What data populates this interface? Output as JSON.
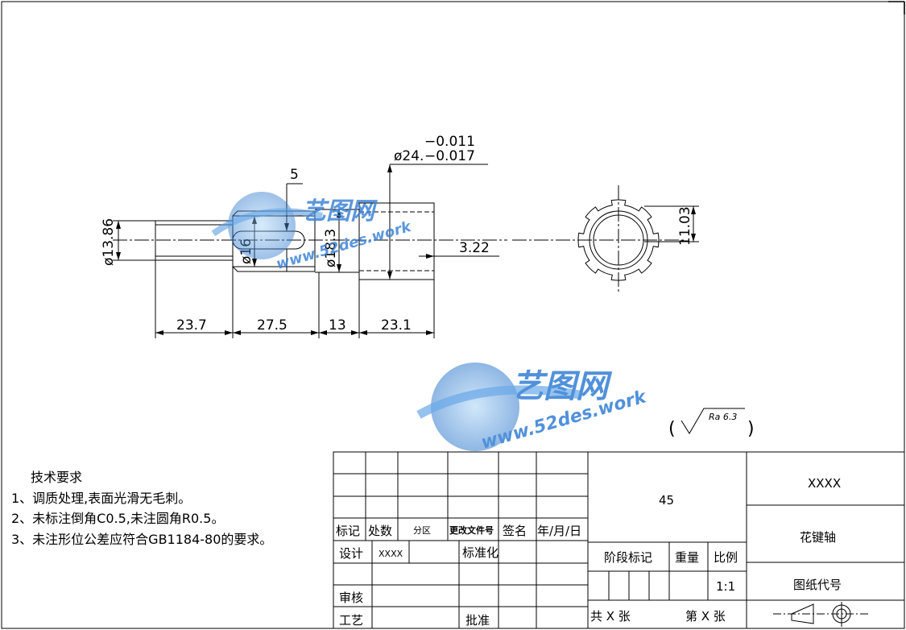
{
  "dimensions": {
    "shaft_dia": "ø13.86",
    "neck_dia": "ø16",
    "body_dia": "ø18.3",
    "spline_dia": "ø24.",
    "tol_upper": "−0.011",
    "tol_lower": "−0.017",
    "slot_width": "5",
    "groove_depth": "3.22",
    "len_1": "23.7",
    "len_2": "27.5",
    "len_3": "13",
    "len_4": "23.1",
    "end_size": "11.03"
  },
  "roughness": "Ra 6.3",
  "tech_requirements": {
    "title": "技术要求",
    "items": [
      "1、调质处理,表面光滑无毛刺。",
      "2、未标注倒角C0.5,未注圆角R0.5。",
      "3、未注形位公差应符合GB1184-80的要求。"
    ]
  },
  "title_block": {
    "material": "45",
    "company": "XXXX",
    "part_name": "花键轴",
    "drawing_no_label": "图纸代号",
    "labels": {
      "mark": "标记",
      "count": "处数",
      "zone": "分区",
      "change_doc": "更改文件号",
      "sign": "签名",
      "date": "年/月/日",
      "design": "设计",
      "designer": "XXXX",
      "standardize": "标准化",
      "stage_mark": "阶段标记",
      "weight": "重量",
      "scale": "比例",
      "check": "审核",
      "process": "工艺",
      "approve": "批准"
    },
    "scale_value": "1:1",
    "sheets": "共 X 张",
    "sheet_no": "第 X 张"
  },
  "watermark": {
    "brand": "艺图网",
    "url": "www.52des.work"
  },
  "colors": {
    "line": "#000000",
    "watermark_blue": "#4a8fd8"
  }
}
